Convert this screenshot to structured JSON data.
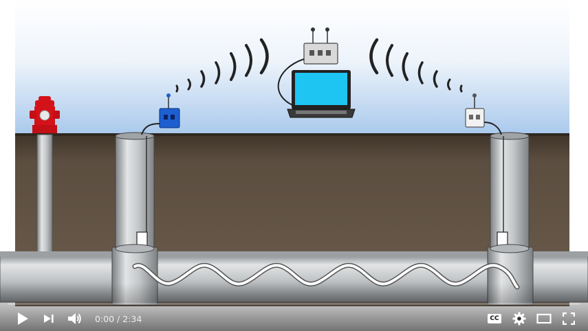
{
  "player": {
    "current_time": "0:00",
    "separator": " / ",
    "duration": "2:34",
    "progress_fraction": 0,
    "cc_label": "CC"
  },
  "colors": {
    "sky_top": "#ffffff",
    "sky_bottom": "#a9c9ec",
    "soil": "#5b4d3f",
    "pipe": "#c9ccce",
    "hydrant": "#d4121a",
    "sensor_blue": "#1d5fd1",
    "laptop_screen": "#1ec4f2",
    "progress": "#ff0000"
  },
  "icons": {
    "play": "play-icon",
    "next": "next-icon",
    "volume": "volume-icon",
    "captions": "captions-icon",
    "settings": "gear-icon",
    "theater": "theater-icon",
    "fullscreen": "fullscreen-icon"
  }
}
